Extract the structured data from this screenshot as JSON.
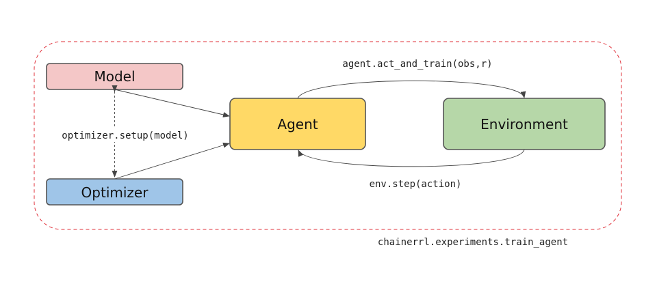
{
  "container": {
    "label": "chainerrl.experiments.train_agent",
    "border_color": "#e0303a"
  },
  "nodes": {
    "model": {
      "label": "Model",
      "fill": "#f4c7c7"
    },
    "optimizer": {
      "label": "Optimizer",
      "fill": "#9fc5e8"
    },
    "agent": {
      "label": "Agent",
      "fill": "#ffd966"
    },
    "environment": {
      "label": "Environment",
      "fill": "#b6d7a8"
    }
  },
  "edges": {
    "optimizer_setup": "optimizer.setup(model)",
    "act_and_train": "agent.act_and_train(obs,r)",
    "env_step": "env.step(action)"
  },
  "colors": {
    "node_stroke": "#555555",
    "edge": "#444444"
  }
}
